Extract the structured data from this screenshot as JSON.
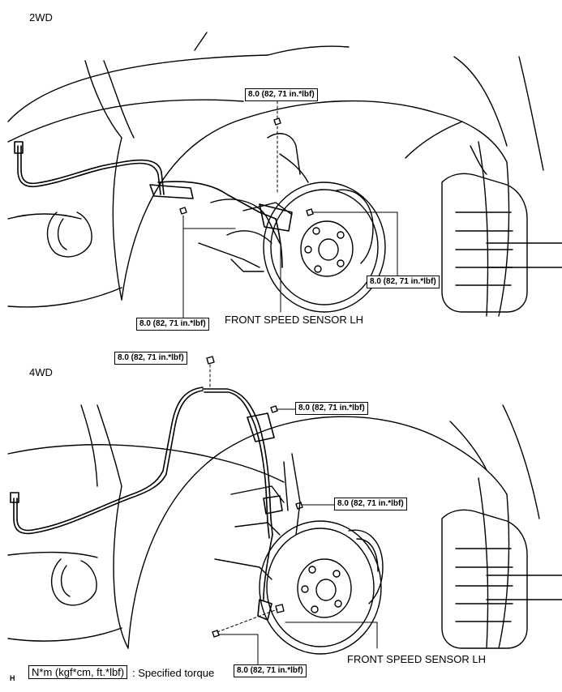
{
  "sections": {
    "top": {
      "title": "2WD",
      "torque_labels": [
        "8.0 (82, 71 in.*lbf)",
        "8.0 (82, 71 in.*lbf)",
        "8.0 (82, 71 in.*lbf)"
      ],
      "sensor_label": "FRONT SPEED SENSOR LH"
    },
    "bottom": {
      "title": "4WD",
      "torque_labels": [
        "8.0 (82, 71 in.*lbf)",
        "8.0 (82, 71 in.*lbf)",
        "8.0 (82, 71 in.*lbf)",
        "8.0 (82, 71 in.*lbf)"
      ],
      "sensor_label": "FRONT SPEED SENSOR LH"
    }
  },
  "legend": {
    "unit": "N*m (kgf*cm, ft.*lbf)",
    "description": ": Specified torque"
  },
  "corner_mark": "H"
}
